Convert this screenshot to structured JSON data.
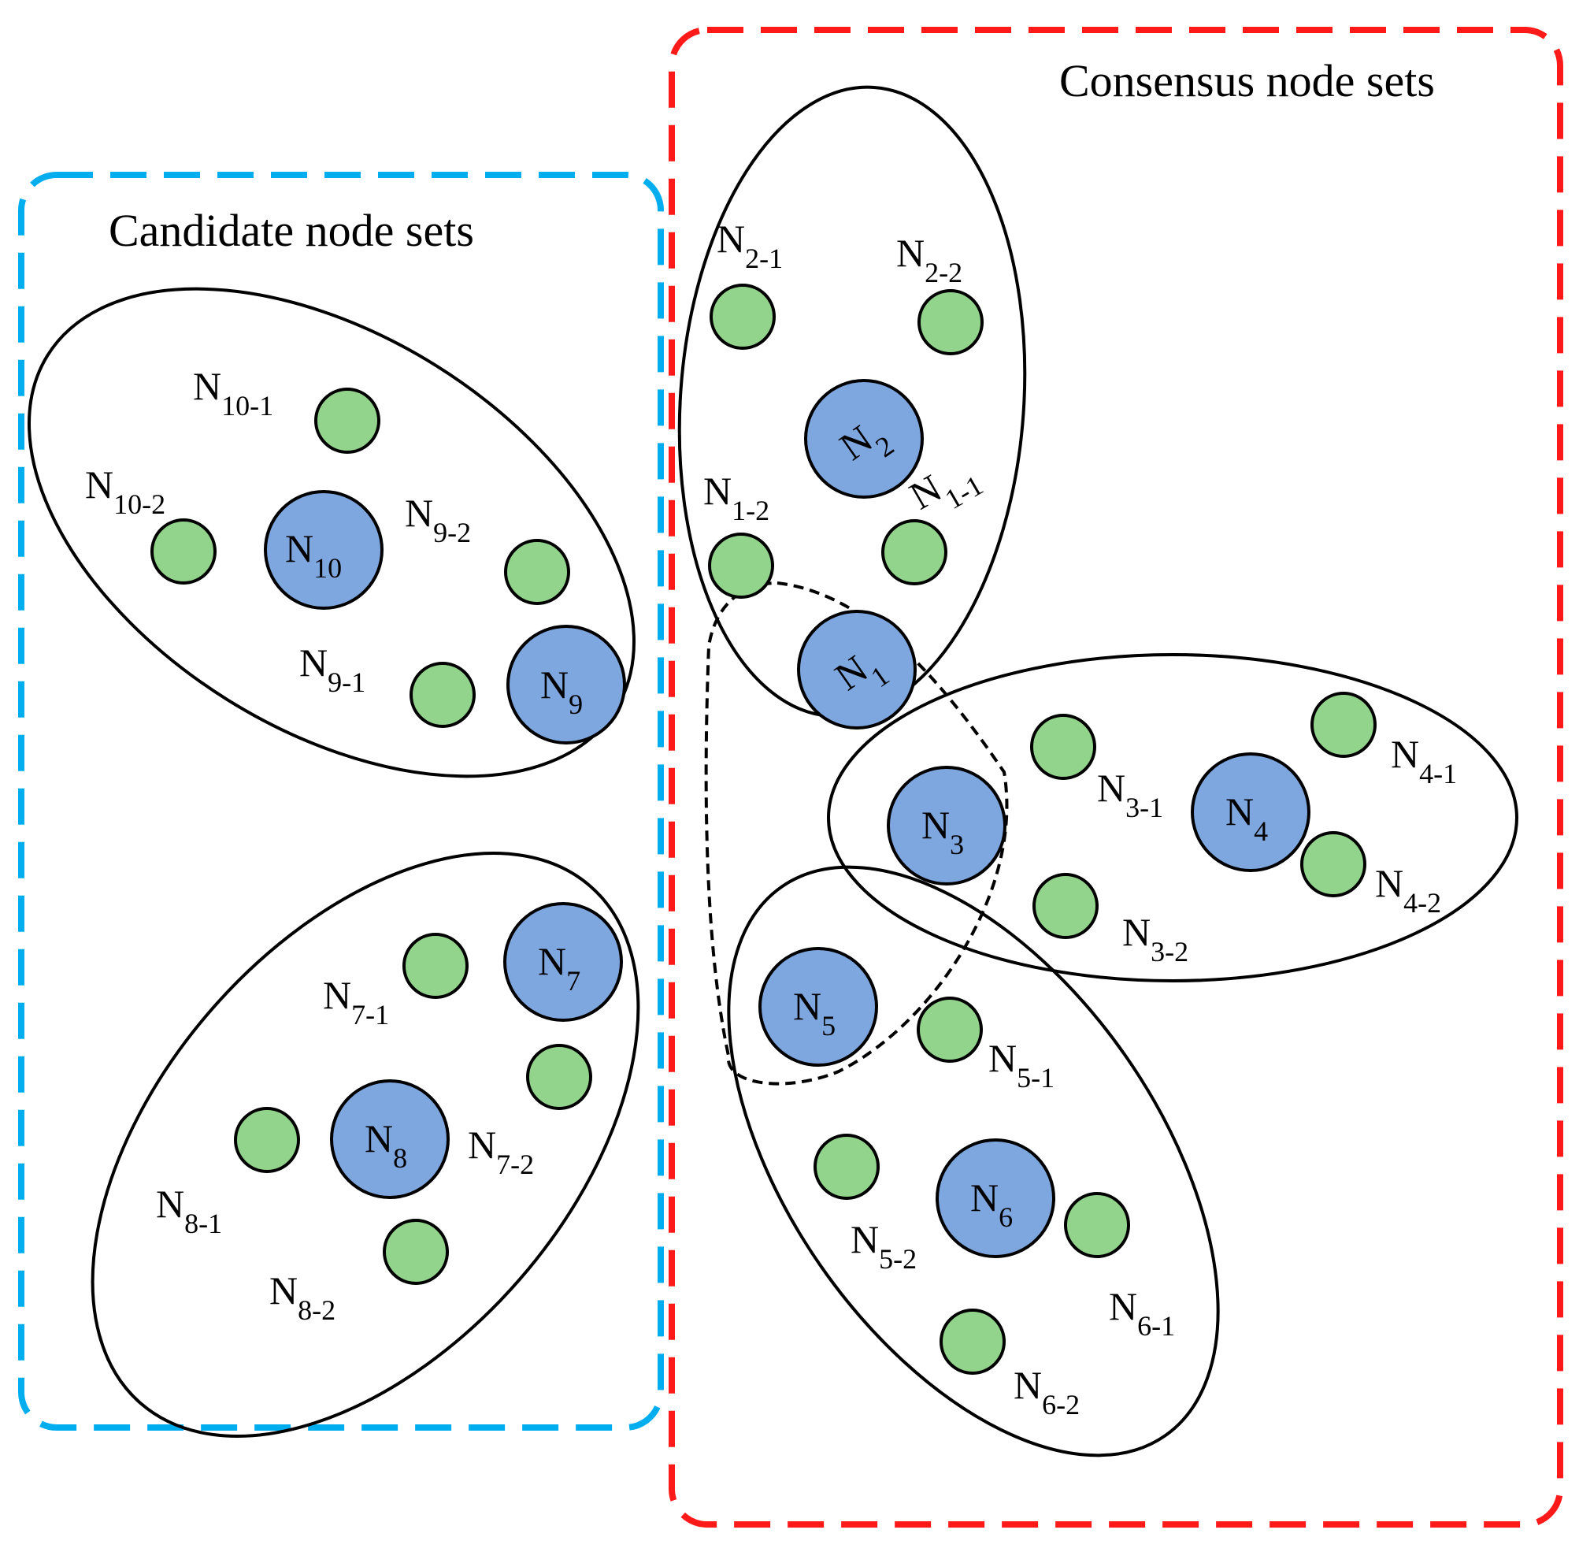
{
  "titles": {
    "candidate": "Candidate node sets",
    "consensus": "Consensus node sets"
  },
  "colors": {
    "candidate_border": "#00AEEF",
    "consensus_border": "#FF1A1A",
    "primary_node_fill": "#7FA7DF",
    "secondary_node_fill": "#93D48C",
    "outline": "#000000"
  },
  "primary_nodes": [
    {
      "id": "n1",
      "base": "N",
      "sub": "1"
    },
    {
      "id": "n2",
      "base": "N",
      "sub": "2"
    },
    {
      "id": "n3",
      "base": "N",
      "sub": "3"
    },
    {
      "id": "n4",
      "base": "N",
      "sub": "4"
    },
    {
      "id": "n5",
      "base": "N",
      "sub": "5"
    },
    {
      "id": "n6",
      "base": "N",
      "sub": "6"
    },
    {
      "id": "n7",
      "base": "N",
      "sub": "7"
    },
    {
      "id": "n8",
      "base": "N",
      "sub": "8"
    },
    {
      "id": "n9",
      "base": "N",
      "sub": "9"
    },
    {
      "id": "n10",
      "base": "N",
      "sub": "10"
    }
  ],
  "secondary_nodes": [
    {
      "id": "n1-1",
      "base": "N",
      "sub": "1-1"
    },
    {
      "id": "n1-2",
      "base": "N",
      "sub": "1-2"
    },
    {
      "id": "n2-1",
      "base": "N",
      "sub": "2-1"
    },
    {
      "id": "n2-2",
      "base": "N",
      "sub": "2-2"
    },
    {
      "id": "n3-1",
      "base": "N",
      "sub": "3-1"
    },
    {
      "id": "n3-2",
      "base": "N",
      "sub": "3-2"
    },
    {
      "id": "n4-1",
      "base": "N",
      "sub": "4-1"
    },
    {
      "id": "n4-2",
      "base": "N",
      "sub": "4-2"
    },
    {
      "id": "n5-1",
      "base": "N",
      "sub": "5-1"
    },
    {
      "id": "n5-2",
      "base": "N",
      "sub": "5-2"
    },
    {
      "id": "n6-1",
      "base": "N",
      "sub": "6-1"
    },
    {
      "id": "n6-2",
      "base": "N",
      "sub": "6-2"
    },
    {
      "id": "n7-1",
      "base": "N",
      "sub": "7-1"
    },
    {
      "id": "n7-2",
      "base": "N",
      "sub": "7-2"
    },
    {
      "id": "n8-1",
      "base": "N",
      "sub": "8-1"
    },
    {
      "id": "n8-2",
      "base": "N",
      "sub": "8-2"
    },
    {
      "id": "n9-1",
      "base": "N",
      "sub": "9-1"
    },
    {
      "id": "n9-2",
      "base": "N",
      "sub": "9-2"
    },
    {
      "id": "n10-1",
      "base": "N",
      "sub": "10-1"
    },
    {
      "id": "n10-2",
      "base": "N",
      "sub": "10-2"
    }
  ]
}
